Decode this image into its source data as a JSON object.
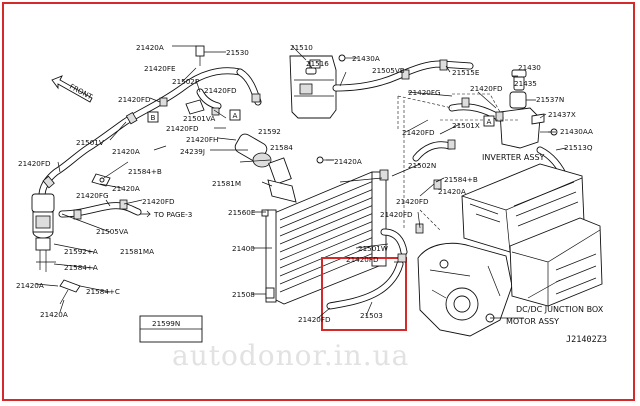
{
  "labels": {
    "l_21420A_top": "21420A",
    "l_21530": "21530",
    "l_21420FE": "21420FE",
    "l_21502P": "21502P",
    "l_front": "FRONT",
    "l_21420FD_a": "21420FD",
    "l_21501VA": "21501VA",
    "l_21420FD_b": "21420FD",
    "l_21420FD_c": "21420FD",
    "l_21420FH": "21420FH",
    "l_21592": "21592",
    "l_21584_a": "21584",
    "l_24239J": "24239J",
    "l_21420A_b": "21420A",
    "l_21501V": "21501V",
    "l_21420FD_d": "21420FD",
    "l_21584B": "21584+B",
    "l_21420A_c": "21420A",
    "l_21420FG": "21420FG",
    "l_21420FD_e": "21420FD",
    "l_topage": "TO PAGE-3",
    "l_21505VA": "21505VA",
    "l_21592A": "21592+A",
    "l_21581MA": "21581MA",
    "l_21584A": "21584+A",
    "l_21420A_d": "21420A",
    "l_21584C": "21584+C",
    "l_21420A_e": "21420A",
    "l_21510": "21510",
    "l_21516": "21516",
    "l_21430A": "21430A",
    "l_21505VB": "21505VB",
    "l_21515E": "21515E",
    "l_21430": "21430",
    "l_21435": "21435",
    "l_21537N": "21537N",
    "l_21437X": "21437X",
    "l_21430AA": "21430AA",
    "l_21513Q": "21513Q",
    "l_21420FG_b": "21420FG",
    "l_21420FD_f": "21420FD",
    "l_21501X": "21501X",
    "l_21420FD_g": "21420FD",
    "l_inverter": "INVERTER ASSY",
    "l_21502N": "21502N",
    "l_21584Bb": "21584+B",
    "l_21420A_f": "21420A",
    "l_21420FD_h": "21420FD",
    "l_21420FD_i": "21420FD",
    "l_21420A_g": "21420A",
    "l_21581M": "21581M",
    "l_21560E": "21560E",
    "l_21400": "21400",
    "l_21501W": "21501W",
    "l_21420FD_j": "21420FD",
    "l_21508": "21508",
    "l_21420FD_k": "21420FD",
    "l_21503": "21503",
    "l_dcdc": "DC/DC JUNCTION BOX",
    "l_motor": "MOTOR ASSY",
    "l_21599N": "21599N",
    "l_code": "J21402Z3",
    "l_A1": "A",
    "l_A2": "A",
    "l_B": "B"
  },
  "watermark": "autodonor.in.ua",
  "highlight_color": "#d42a2a"
}
